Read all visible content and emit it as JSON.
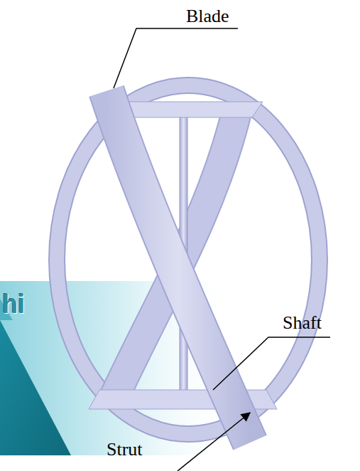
{
  "diagram": {
    "labels": [
      "Blade",
      "Shaft",
      "Strut",
      "hi"
    ]
  }
}
